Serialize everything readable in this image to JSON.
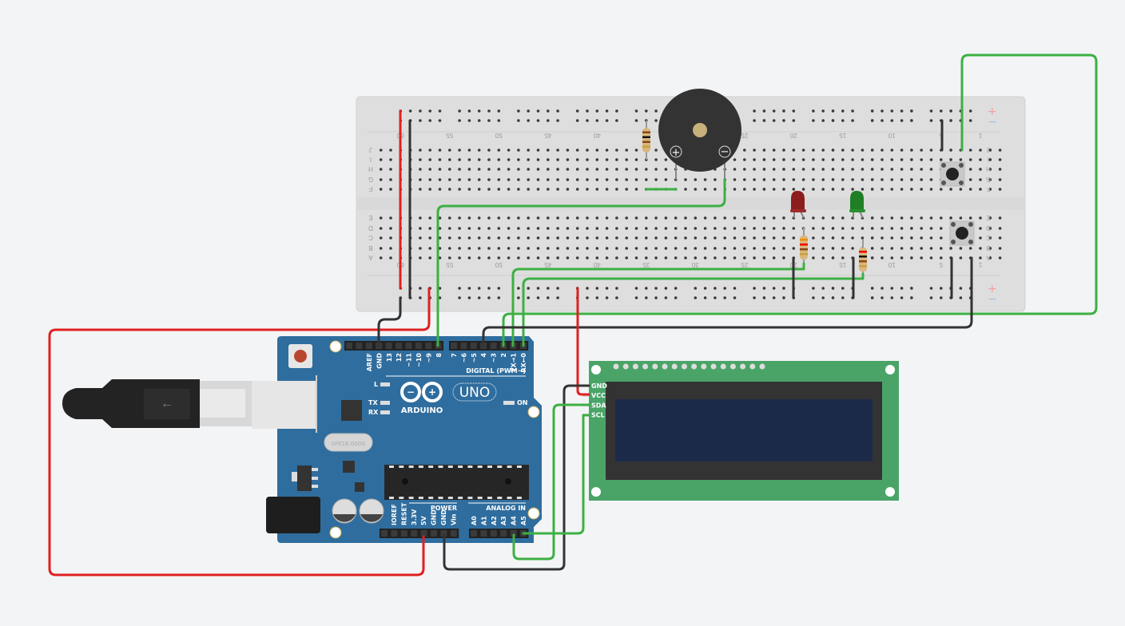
{
  "breadboard": {
    "column_labels": [
      "60",
      "55",
      "50",
      "45",
      "40",
      "35",
      "30",
      "25",
      "20",
      "15",
      "10",
      "5",
      "1"
    ],
    "rows_top": [
      "J",
      "I",
      "H",
      "G",
      "F"
    ],
    "rows_bottom": [
      "E",
      "D",
      "C",
      "B",
      "A"
    ],
    "rail_plus": "+",
    "rail_minus": "−"
  },
  "arduino": {
    "brand": "ARDUINO",
    "model": "UNO",
    "digital_label": "DIGITAL (PWM~)",
    "power_label": "POWER",
    "analog_label": "ANALOG IN",
    "on_label": "ON",
    "led_l": "L",
    "led_tx": "TX",
    "led_rx": "RX",
    "crystal": "SFK16.000G",
    "digital_pins_a": [
      "AREF",
      "GND",
      "13",
      "12",
      "~11",
      "~10",
      "~9",
      "8"
    ],
    "digital_pins_b": [
      "7",
      "~6",
      "~5",
      "4",
      "~3",
      "2",
      "TX→1",
      "RX←0"
    ],
    "power_pins": [
      "IOREF",
      "RESET",
      "3.3V",
      "5V",
      "GND",
      "GND",
      "Vin"
    ],
    "analog_pins": [
      "A0",
      "A1",
      "A2",
      "A3",
      "A4",
      "A5"
    ]
  },
  "lcd": {
    "pins": [
      "GND",
      "VCC",
      "SDA",
      "SCL"
    ]
  },
  "buzzer": {
    "plus": "+",
    "minus": "−"
  },
  "colors": {
    "wire_red": "#e02020",
    "wire_black": "#333333",
    "wire_green": "#3cb043",
    "board_blue": "#2f6d9e",
    "lcd_green": "#4aa468"
  }
}
